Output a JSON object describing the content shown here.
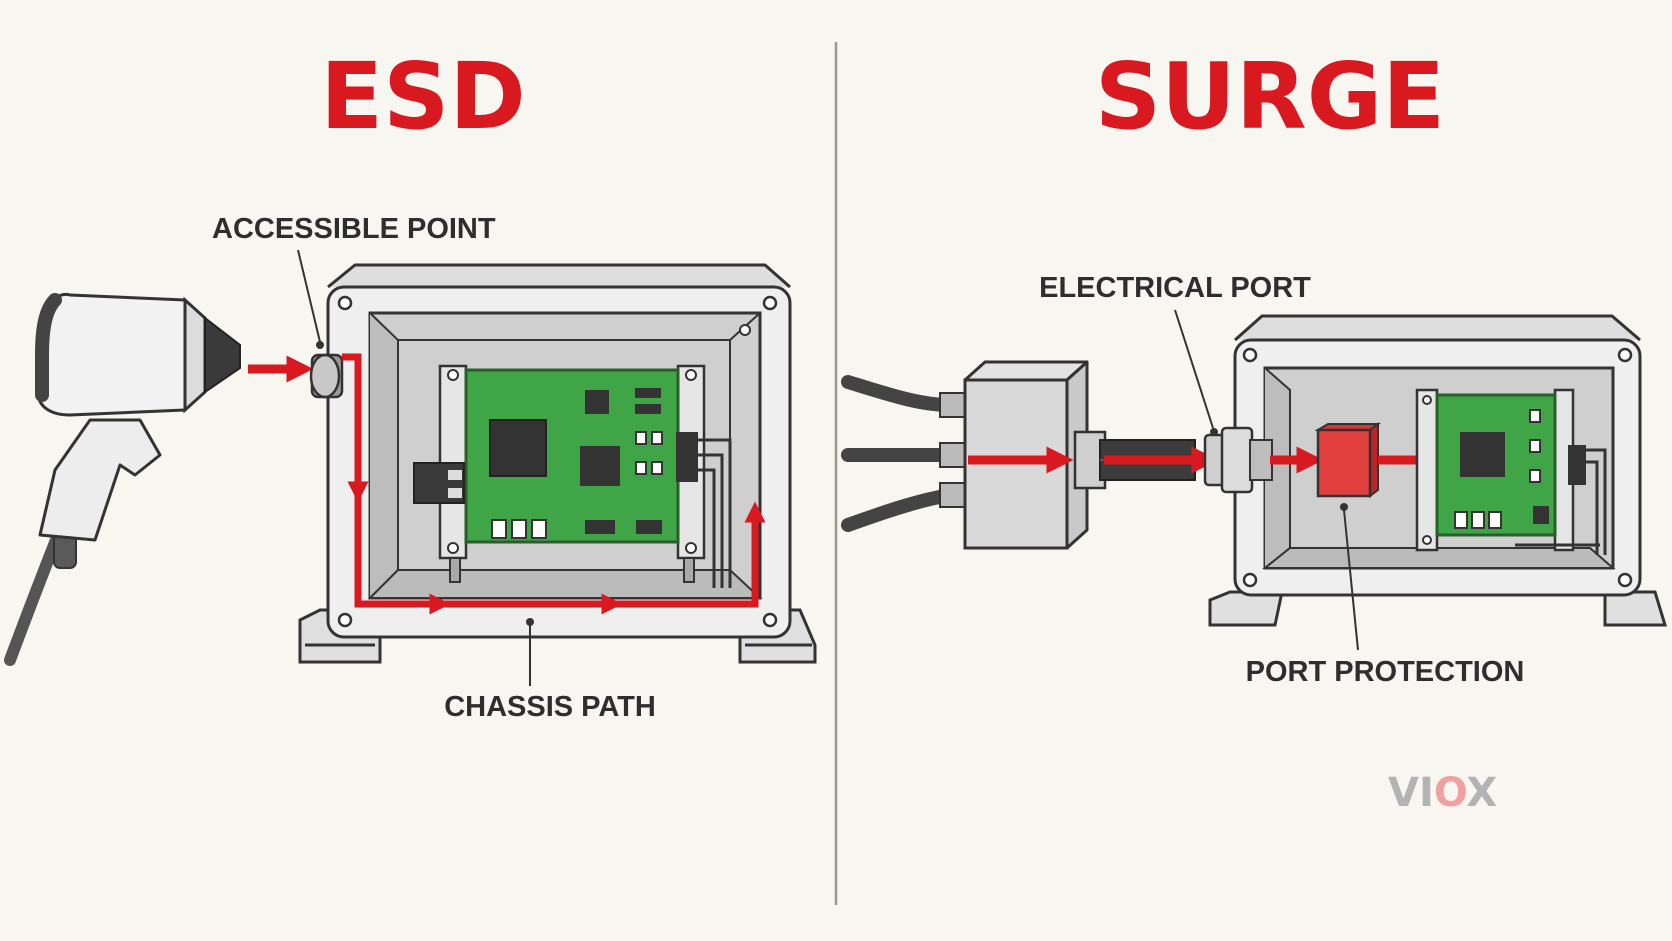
{
  "panels": {
    "esd": {
      "title": "ESD",
      "labels": {
        "accessible_point": "ACCESSIBLE POINT",
        "chassis_path": "CHASSIS PATH"
      }
    },
    "surge": {
      "title": "SURGE",
      "labels": {
        "electrical_port": "ELECTRICAL PORT",
        "port_protection": "PORT PROTECTION"
      }
    }
  },
  "logo": {
    "part1": "VI",
    "part2": "O",
    "part3": "X"
  },
  "colors": {
    "accent_red": "#d81920",
    "protection_block": "#e2403f",
    "pcb_green": "#3fa546",
    "enclosure_grey": "#e6e6e6",
    "divider": "#9e958c"
  },
  "icons": [
    "esd-gun-icon",
    "enclosure-icon",
    "pcb-icon",
    "cable-icon",
    "junction-box-icon",
    "surge-protector-icon"
  ]
}
